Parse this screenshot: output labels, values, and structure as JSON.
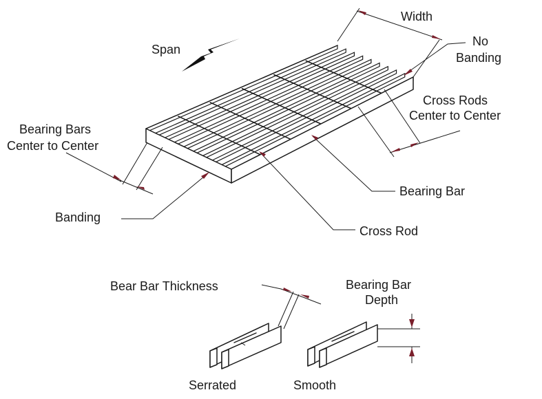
{
  "labels": {
    "width": "Width",
    "span": "Span",
    "no_banding_line1": "No",
    "no_banding_line2": "Banding",
    "cross_rods_line1": "Cross Rods",
    "cross_rods_line2": "Center to Center",
    "bearing_bars_line1": "Bearing Bars",
    "bearing_bars_line2": "Center to Center",
    "banding": "Banding",
    "bearing_bar": "Bearing Bar",
    "cross_rod": "Cross Rod",
    "bear_bar_thickness": "Bear Bar Thickness",
    "bearing_bar_depth_line1": "Bearing Bar",
    "bearing_bar_depth_line2": "Depth",
    "serrated": "Serrated",
    "smooth": "Smooth"
  },
  "colors": {
    "line": "#1a1a1a",
    "arrowhead": "#7a1f2b",
    "background": "#ffffff"
  }
}
